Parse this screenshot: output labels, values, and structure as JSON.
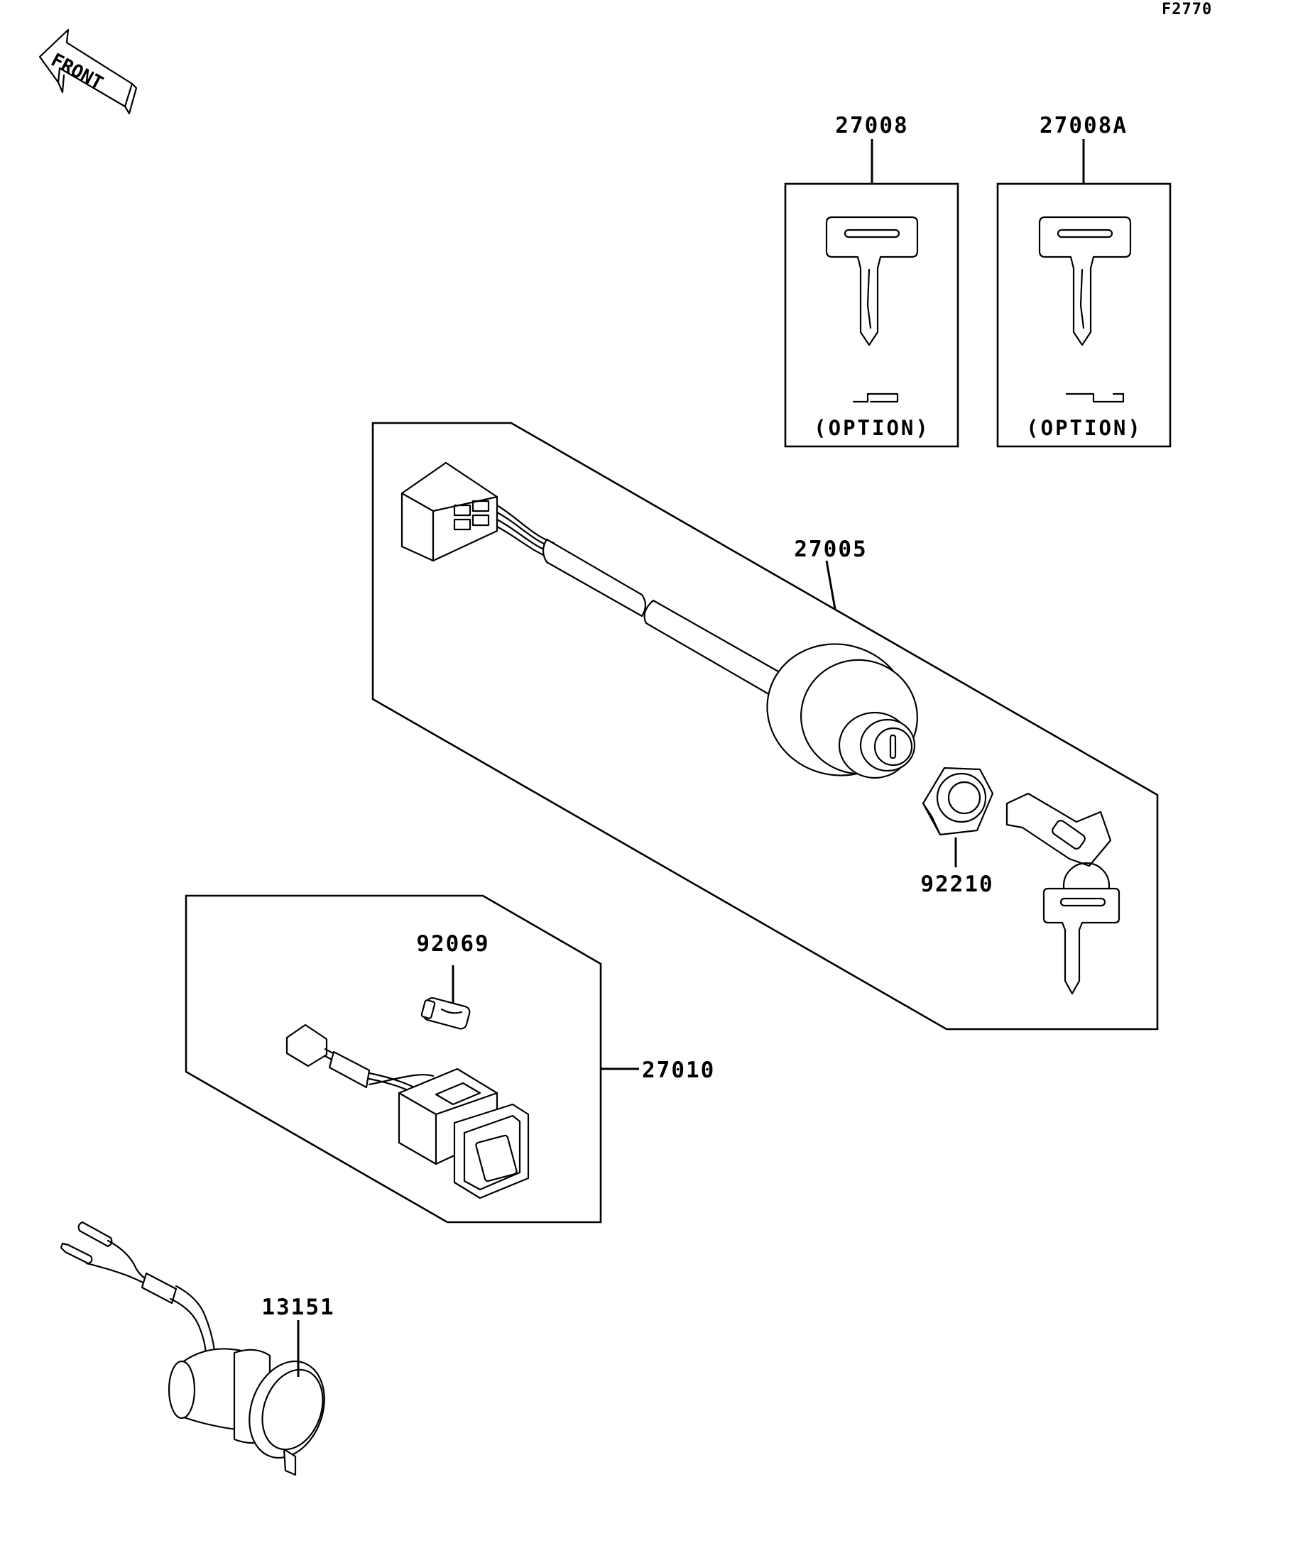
{
  "figure_number": "F2770",
  "front_label": "FRONT",
  "parts": [
    {
      "number": "27008",
      "note": "(OPTION)"
    },
    {
      "number": "27008A",
      "note": "(OPTION)"
    },
    {
      "number": "27005"
    },
    {
      "number": "92210"
    },
    {
      "number": "27010"
    },
    {
      "number": "92069"
    },
    {
      "number": "13151"
    }
  ]
}
